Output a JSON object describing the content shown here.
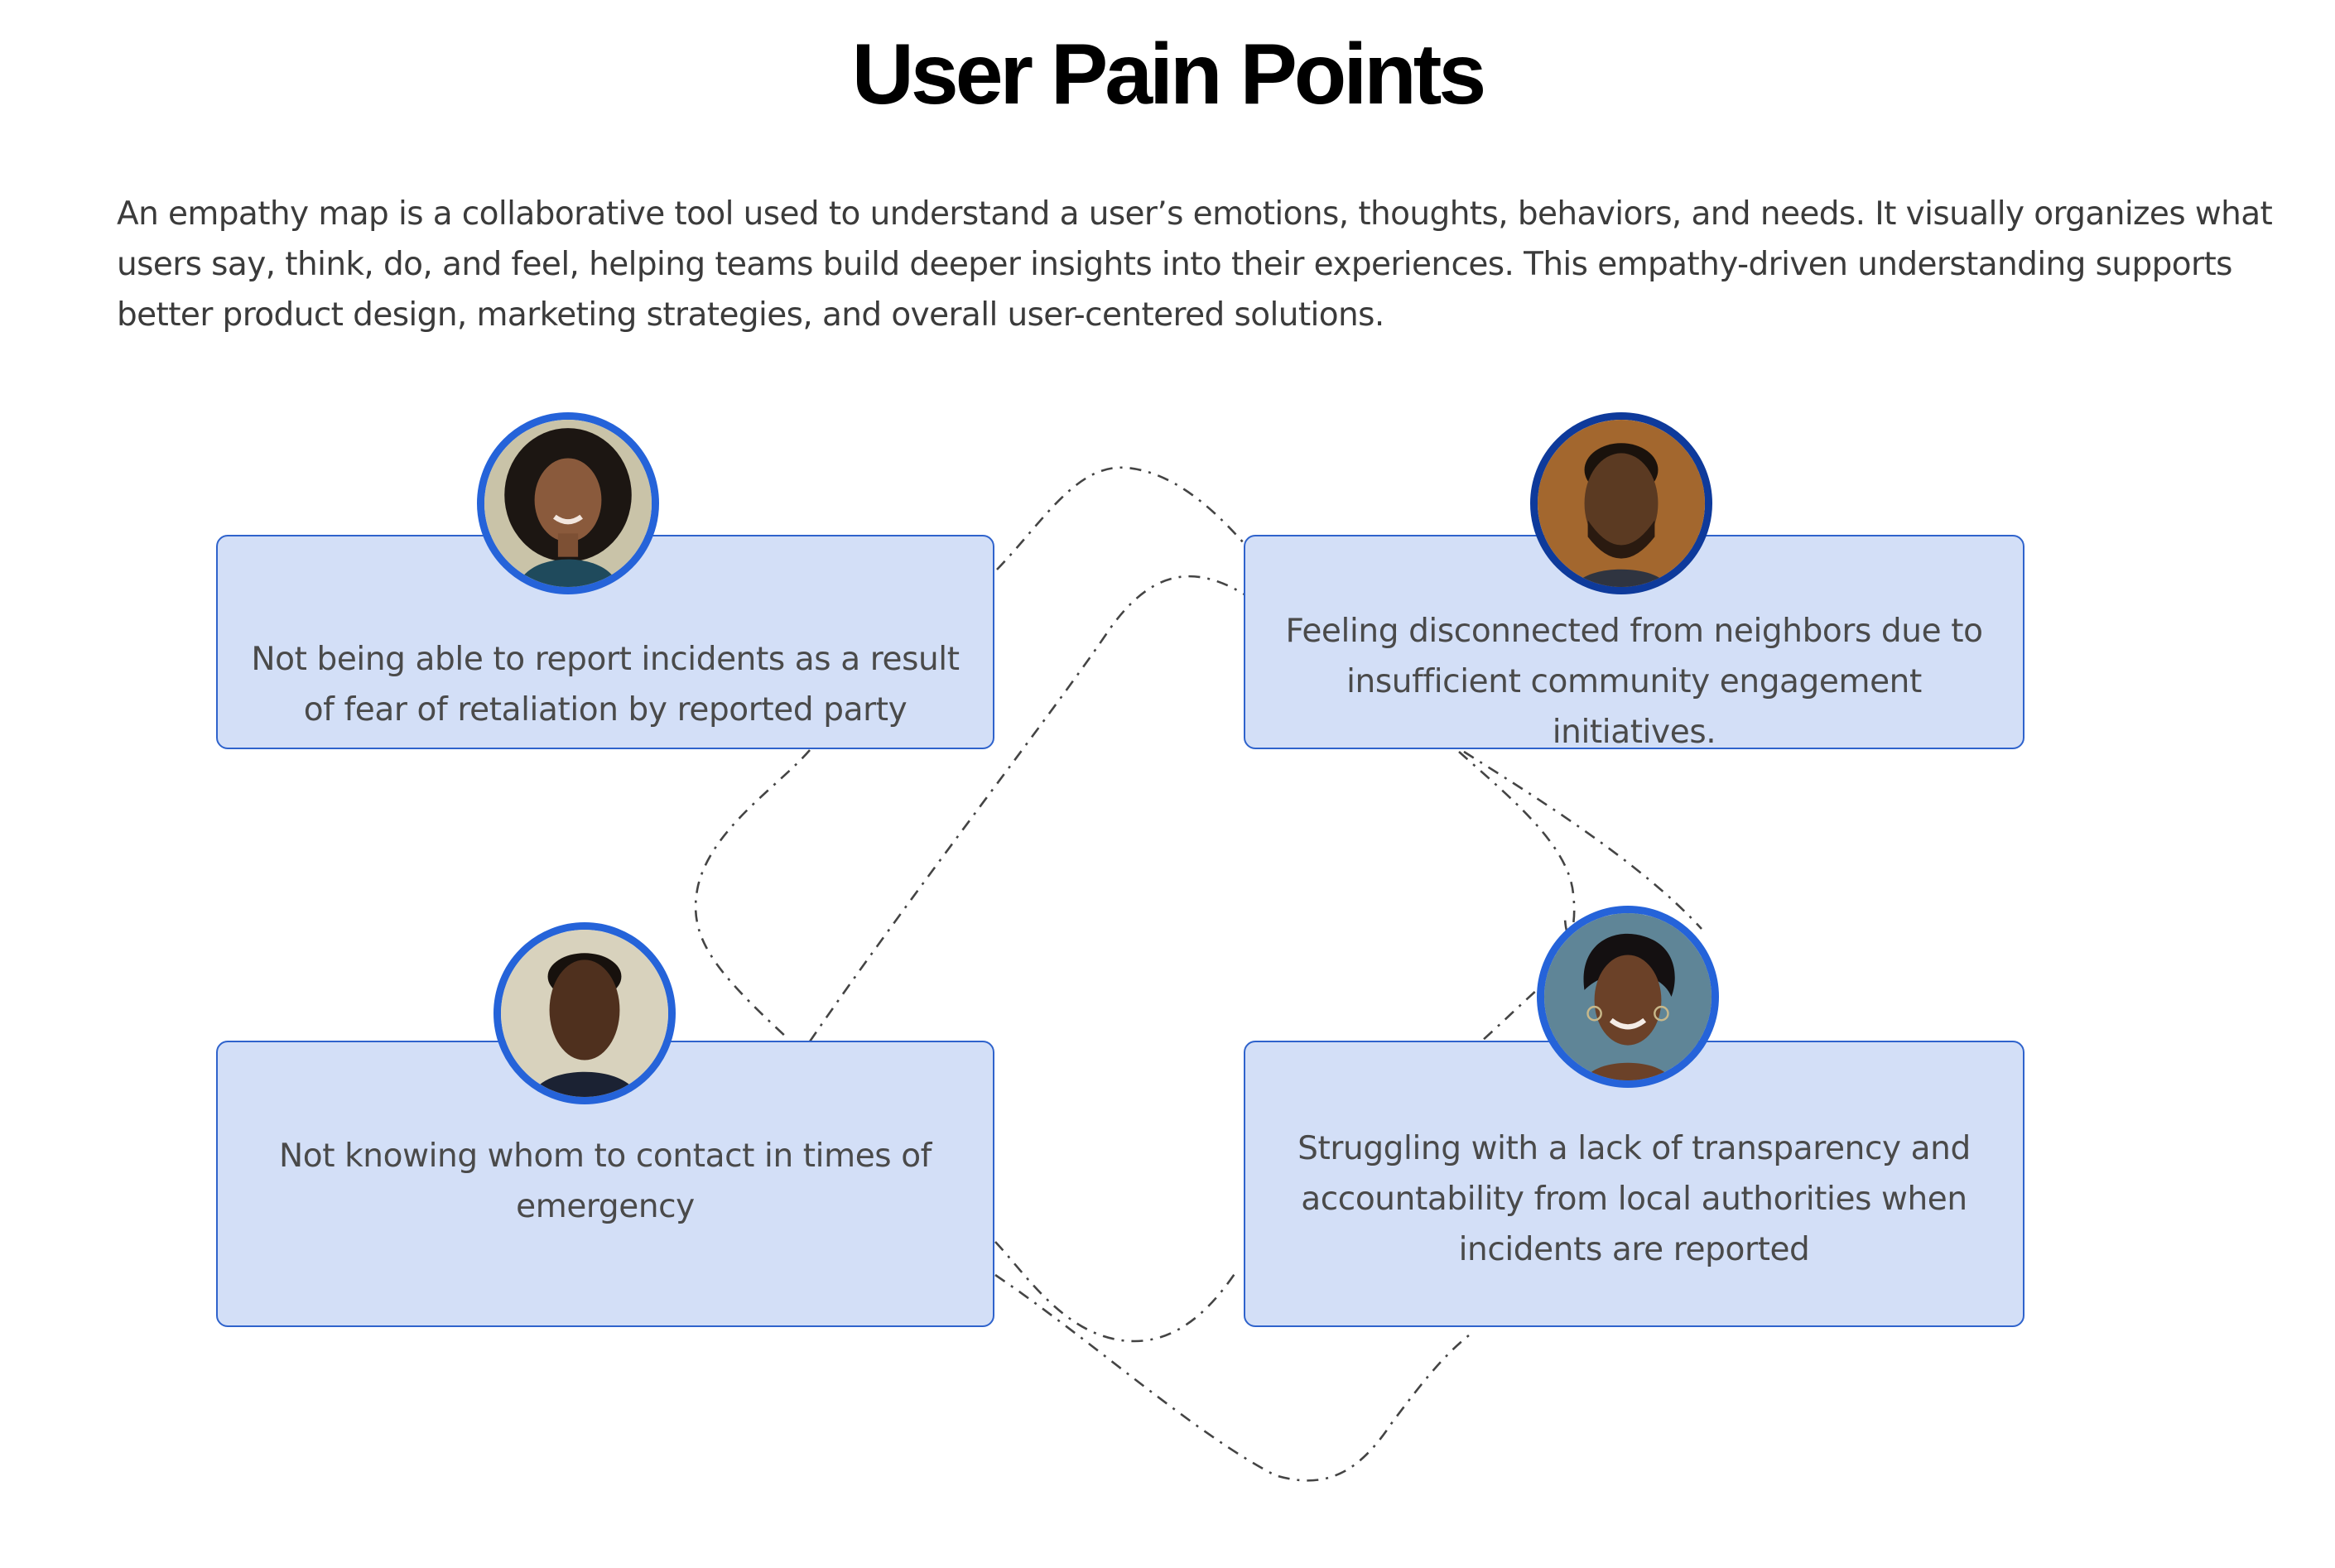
{
  "page": {
    "title": "User Pain Points",
    "intro_lines": [
      "An empathy map is a collaborative tool used to understand a user’s emotions, thoughts, behaviors, and needs. It visually organizes what",
      "users say, think, do, and feel, helping teams build deeper insights into their experiences. This empathy-driven understanding supports",
      "better product design, marketing strategies, and overall user-centered solutions."
    ]
  },
  "colors": {
    "card_fill": "#d3dff7",
    "card_border": "#2f63cc",
    "avatar_ring": "#2563d9",
    "avatar_ring_navy": "#0e3a9b",
    "connector": "#444444"
  },
  "pain_points": [
    {
      "id": "retaliation",
      "avatar": "woman-curly-hair-portrait",
      "lines": [
        "Not being able to report incidents as a result",
        "of fear of retaliation by reported party"
      ]
    },
    {
      "id": "disconnected",
      "avatar": "man-beard-portrait",
      "lines": [
        "Feeling disconnected from neighbors due to",
        "insufficient community engagement",
        "initiatives."
      ]
    },
    {
      "id": "emergency-contact",
      "avatar": "man-short-hair-portrait",
      "lines": [
        "Not knowing whom to contact in times of",
        "emergency"
      ]
    },
    {
      "id": "transparency",
      "avatar": "woman-short-hair-portrait",
      "lines": [
        "Struggling with a lack of transparency and",
        "accountability from local authorities when",
        "incidents are reported"
      ]
    }
  ]
}
